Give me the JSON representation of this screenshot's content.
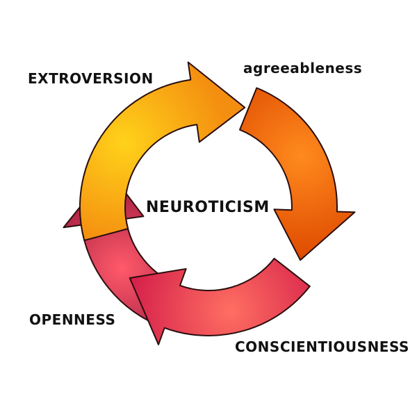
{
  "center_label": "NEUROTICISM",
  "segments": [
    {
      "label": "EXTROVERSION",
      "color_light": "#ffd21a",
      "color_dark": "#f48e10"
    },
    {
      "label": "agreeableness",
      "color_light": "#ff8a1e",
      "color_dark": "#de4a00"
    },
    {
      "label": "CONSCIENTIOUSNESS",
      "color_light": "#ff6f62",
      "color_dark": "#d41e4a"
    },
    {
      "label": "OPENNESS",
      "color_light": "#ff5a6a",
      "color_dark": "#8f1038"
    }
  ],
  "outline_color": "#2a0e0e"
}
